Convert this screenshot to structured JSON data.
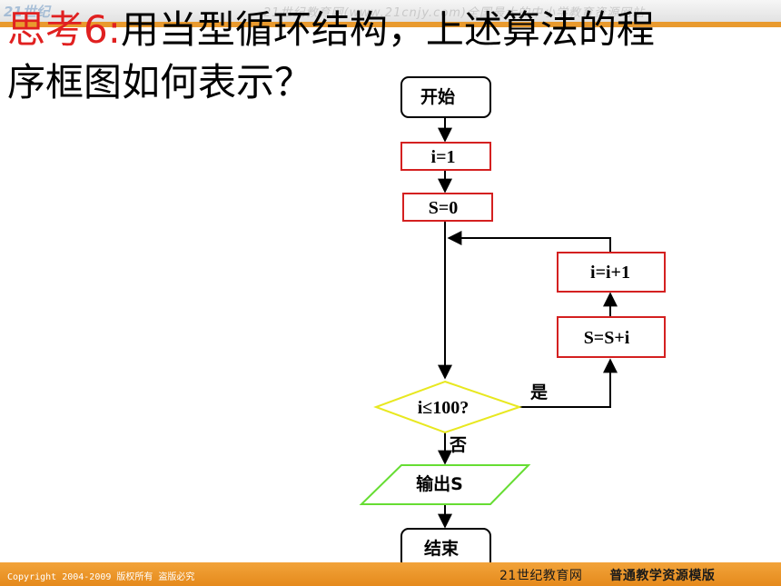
{
  "header": {
    "watermark": "21世纪教育网(www.21cnjy.com)全国最大的中小学教育资源网站",
    "logo": "21世纪"
  },
  "title": {
    "accent": "思考6:",
    "text_line1": "用当型循环结构，上述算法的程",
    "text_line2": "序框图如何表示？"
  },
  "flowchart": {
    "start": "开始",
    "init_i": "i=1",
    "init_s": "S=0",
    "condition": "i≤100?",
    "yes_label": "是",
    "no_label": "否",
    "accumulate": "S=S+i",
    "increment": "i=i+1",
    "output": "输出S",
    "end": "结束"
  },
  "colors": {
    "process_border": "#d42020",
    "decision_border": "#e8e820",
    "io_border": "#66dd33",
    "terminal_border": "#000000",
    "accent": "#e02020",
    "footer": "#e99a2e"
  },
  "footer": {
    "copyright": "Copyright 2004-2009 版权所有 盗版必究",
    "brand_left": "21世纪教育网",
    "brand_right": "普通教学资源模版"
  }
}
